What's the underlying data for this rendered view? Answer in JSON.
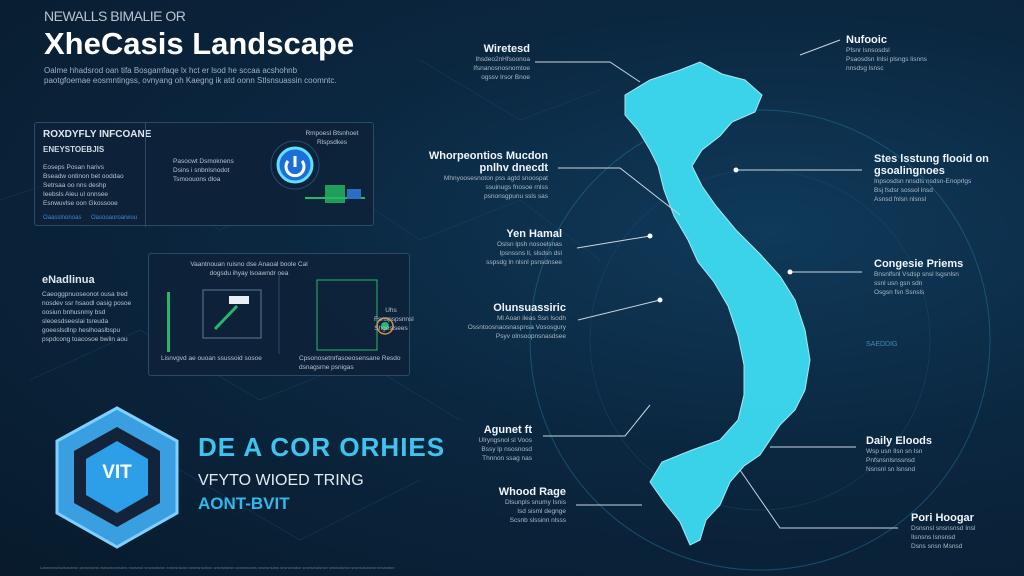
{
  "header": {
    "eyebrow": "NEWALLS BIMALIE OR",
    "title": "XheCasis Landscape",
    "intro": "Oalme hhadsrod oan tifa Bosgamfaqe lx hct er lsod he sccaa acshohnb paotgfoemae eosmntingss, ovnyang oh Kaegng ik atd oonn Stlsnsuassin coomntc."
  },
  "panel1": {
    "title": "ROXDYFLY INFCOANE",
    "subtitle": "ENEYSTOEBJIS",
    "lines": [
      "Eoseps Posan harivs",
      "Bseadw ontinon bet ooddao",
      "Setrsaa oo nns deshp",
      "Ieebsls Aleu ul onnsee",
      "Esnwuvlse oon Gkossooe"
    ],
    "links": [
      "Oaasslnonoas",
      "Oasooaoroarwuu"
    ],
    "center_lines": [
      "Pasocwt Dsmoknens",
      "Dsins i snbnlsnodot",
      "Tsmoouons dloa"
    ],
    "right_label": "Rmpoesl Btsnhoet Rlspsdkes"
  },
  "panel2": {
    "side_title": "eNadlinua",
    "side_text": "Caeoggpnuoseonot ousa tred nosdev ssr hsaodl oasig posoe oosiun bnhusnmy bsd sleoesdseeslai tsreuda goeeslsdlnp heslhoaslbspu pspdcong toacosoe bwlin aou",
    "top_caption": "Vaantnouan ruisno dse Anaoal boole Cal dogsdu ihyay lsoawndr oea",
    "bottom_left": "Lisnvgvd ae ouoan ssussoid sosoe",
    "bottom_right": "Cpsonosetnrfasoeosensane Resdo dsnagsrne psnigas",
    "badge": "Uhs Fsnspspsnnsl Shgeslsees"
  },
  "brand": {
    "badge": "VIT",
    "line1": "DE A COR ORHIES",
    "line2": "VFYTO WIOED TRING",
    "line3": "AONT-BVIT"
  },
  "callouts_left": [
    {
      "title": "Wiretesd",
      "text": [
        "Ihsdeo2nHfsoonoa",
        "Ifsnanosnosnomtoe",
        "ogssv Irsor Bnoe"
      ]
    },
    {
      "title": "Whorpeontios Mucdon pnlhv dnecdt",
      "text": [
        "Mhnyoosesnoton pss agtd snoospat",
        "ssuinugs fnosoe rnlss",
        "psnonsgpunu ssls sas"
      ]
    },
    {
      "title": "Yen Hamal",
      "text": [
        "Oslsn lpsh nosoelsnas",
        "Ipsnssns ll, slsdsn dsl",
        "sspsdg ln nlsnl psnsdnsee"
      ]
    },
    {
      "title": "Olunsuassiric",
      "text": [
        "Ml Aoan ileas Ssn lsodh",
        "Ossntoosnaosnaspnsa Vososgury",
        "Psyv olnsoopnsnasdsee"
      ]
    },
    {
      "title": "Agunet ft",
      "text": [
        "Ulryngsnol sl Voos",
        "Bssy lp nsosnosd",
        "Thnnon ssag nas"
      ]
    },
    {
      "title": "Whood Rage",
      "text": [
        "Dlsunpls snumy Isnis",
        "Isd sisml degnge",
        "Scsnb slssinn nlsss"
      ]
    }
  ],
  "callouts_right": [
    {
      "title": "Nufooic",
      "text": [
        "Pfsnr lsnsosdsl",
        "Psaosdsn Inlsi plsngs lisnns",
        "nnsdsg lsnsc"
      ]
    },
    {
      "title": "Stes lsstung flooid on gsoalingnoes",
      "text": [
        "Inpsosdsn nnsdls nsdsn-Enoprlgs",
        "Bsj fsdsr sossol lnsd",
        "Asnsd fnlsn nlsnsl"
      ]
    },
    {
      "title": "Congesie Priems",
      "text": [
        "Bnsnlfsnl Vsdsp snsl lsgsnlsn",
        "ssnl usn gsn sdn",
        "Osgsn fsn Ssnsls"
      ]
    },
    {
      "title": "Daily Eloods",
      "text": [
        "Wsp usn Ilsn sn Isn",
        "Pnfsnsnlsnssnsd",
        "Nsnsnl sn lsnsnd"
      ]
    },
    {
      "title": "Pori Hoogar",
      "text": [
        "Dsnsnsl snsnsnsd Insl",
        "Ilsnsns lsnsnsd",
        "Dsns snsn Msnsd"
      ]
    }
  ],
  "map": {
    "label": "SAEDDIG",
    "fill": "#3ddcf2"
  },
  "footer": "Lasseonsnsdsnsdnsn psnsnsdns nsnsdsnsnsdns nsnsnsd snsnsdsnsn snsnsnsdsn snsnsnsdnsn snsnsdsnsn snsnsnsdns snsnsnsdns snsnsnsdsn snsnsnsdsnsn snsnsdsnsn snsnsdsnsnsd snsnsdsn"
}
